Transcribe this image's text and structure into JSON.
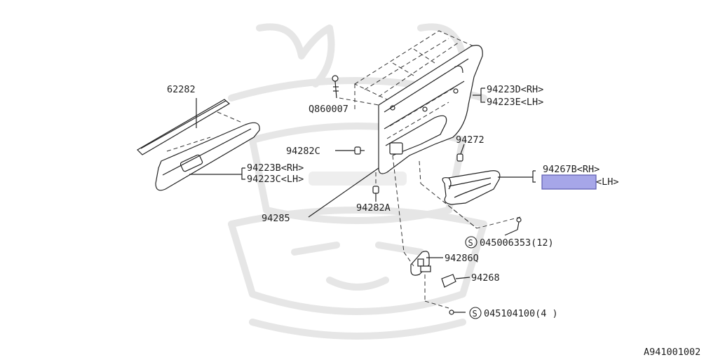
{
  "callouts": {
    "p62282": "62282",
    "p94223b": "94223B<RH>",
    "p94223c": "94223C<LH>",
    "q860007": "Q860007",
    "p94282c": "94282C",
    "p94223d": "94223D<RH>",
    "p94223e": "94223E<LH>",
    "p94272": "94272",
    "p94267b": "94267B<RH>",
    "p94267_lh": "<LH>",
    "p94282a": "94282A",
    "p94285": "94285",
    "s045006353": "045006353(12)",
    "p94286q": "94286Q",
    "p94268": "94268",
    "s045104100": "045104100(4 )",
    "screw_symbol": "S",
    "diagram_id": "A941001002"
  },
  "highlight": {
    "fill": "#a6a6e8",
    "stroke": "#5a5ab0"
  }
}
